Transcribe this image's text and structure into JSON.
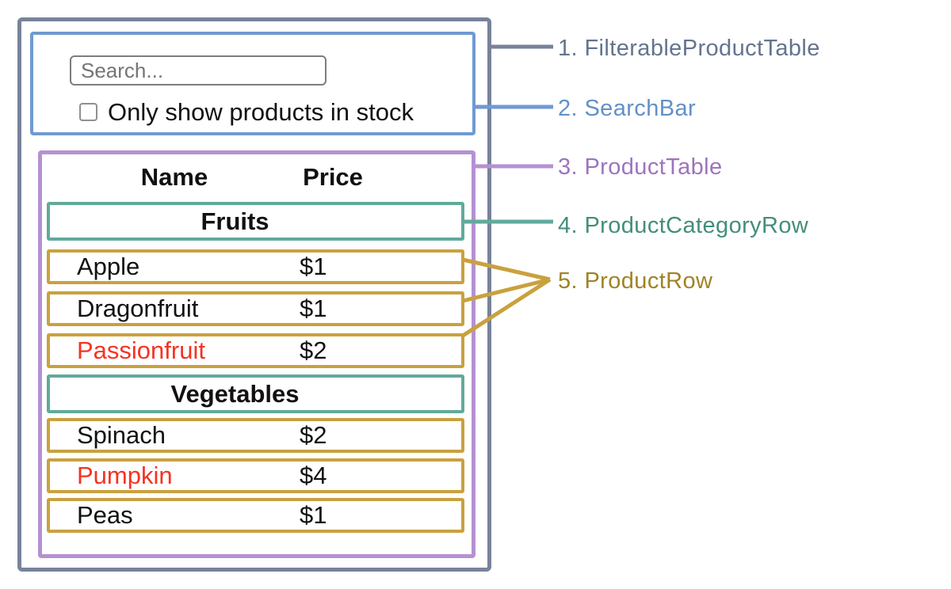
{
  "mock_ui": {
    "search_bar": {
      "search_placeholder": "Search...",
      "checkbox_label": "Only show products in stock",
      "checkbox_checked": false
    },
    "product_table": {
      "column_headers": {
        "name": "Name",
        "price": "Price"
      },
      "sections": [
        {
          "category": "Fruits",
          "products": [
            {
              "name": "Apple",
              "price": "$1",
              "name_color": "#111111"
            },
            {
              "name": "Dragonfruit",
              "price": "$1",
              "name_color": "#111111"
            },
            {
              "name": "Passionfruit",
              "price": "$2",
              "name_color": "#f53321"
            }
          ]
        },
        {
          "category": "Vegetables",
          "products": [
            {
              "name": "Spinach",
              "price": "$2",
              "name_color": "#111111"
            },
            {
              "name": "Pumpkin",
              "price": "$4",
              "name_color": "#f53321"
            },
            {
              "name": "Peas",
              "price": "$1",
              "name_color": "#111111"
            }
          ]
        }
      ]
    }
  },
  "legend": {
    "items": [
      {
        "label": "1. FilterableProductTable",
        "color": "#64748e",
        "line_color": "#78839b"
      },
      {
        "label": "2. SearchBar",
        "color": "#6390c8",
        "line_color": "#6f9ad1"
      },
      {
        "label": "3. ProductTable",
        "color": "#9d74bd",
        "line_color": "#b591d1"
      },
      {
        "label": "4. ProductCategoryRow",
        "color": "#438e7b",
        "line_color": "#61aa9b"
      },
      {
        "label": "5. ProductRow",
        "color": "#a08325",
        "line_color": "#c9a13e"
      }
    ]
  },
  "colors": {
    "outer_border": "#78839b",
    "searchbar_border": "#6f9ad1",
    "table_border": "#b591d1",
    "category_border": "#61aa9b",
    "product_border": "#c9a13e",
    "out_of_stock_text": "#f53321",
    "text": "#111111",
    "placeholder_text": "#757575",
    "input_border": "#7d7d7d",
    "background": "#ffffff"
  }
}
